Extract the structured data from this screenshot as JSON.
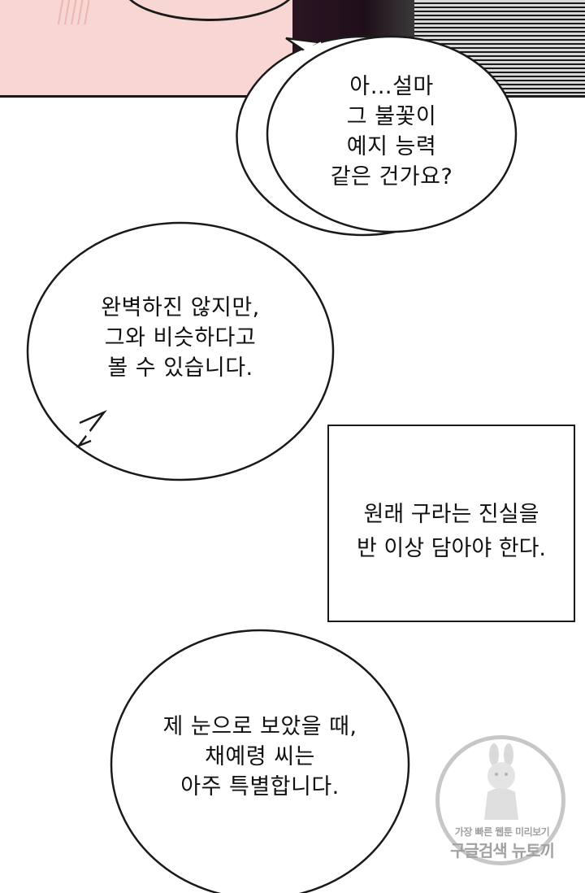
{
  "bubbles": {
    "b1": [
      "아…설마",
      "그 불꽃이",
      "예지 능력",
      "같은 건가요?"
    ],
    "b2": [
      "완벽하진 않지만,",
      "그와 비슷하다고",
      "볼 수 있습니다."
    ],
    "b3": [
      "제 눈으로 보았을 때,",
      "채예령 씨는",
      "아주 특별합니다."
    ]
  },
  "narration": [
    "원래 구라는 진실을",
    "반 이상 담아야 한다."
  ],
  "watermark": {
    "small": "가장 빠른 웹툰 미리보기",
    "big": "구글검색 뉴토끼"
  },
  "colors": {
    "skin": "#f7d6d3",
    "ink": "#1a1a1a",
    "paper": "#ffffff"
  }
}
